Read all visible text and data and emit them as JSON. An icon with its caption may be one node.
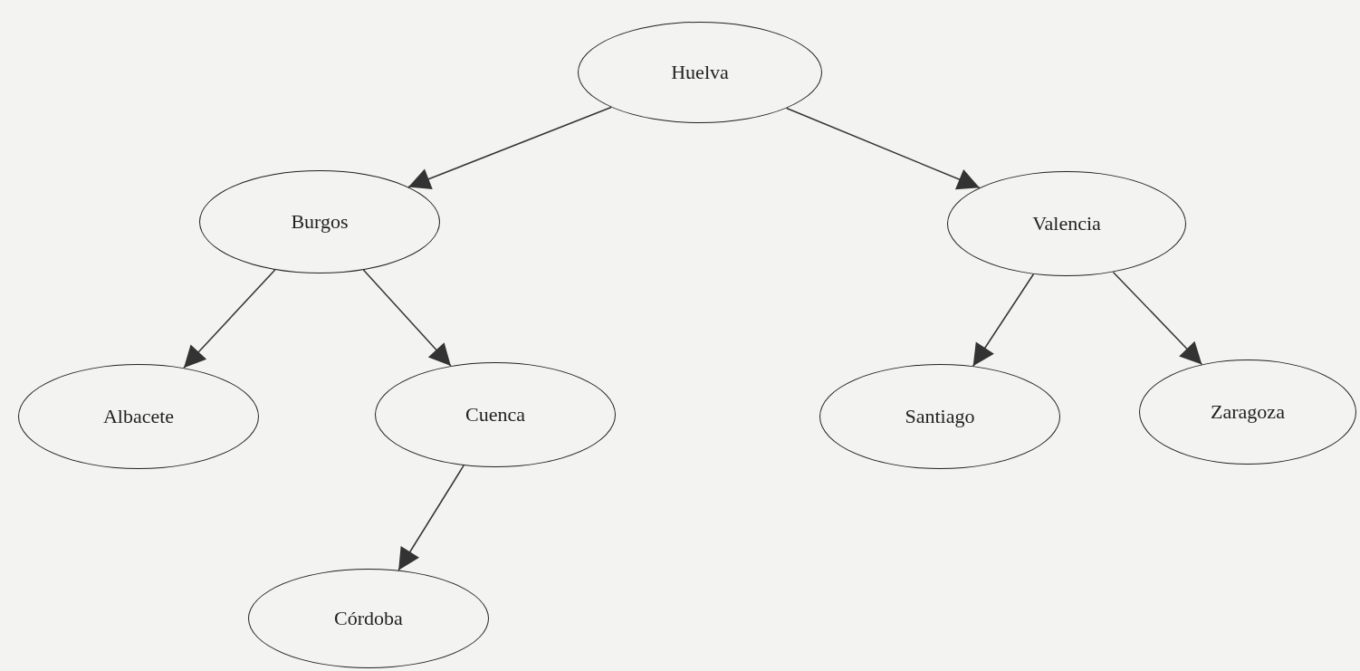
{
  "diagram": {
    "nodes": [
      {
        "text": [
          "Huelva"
        ]
      },
      {
        "text": [
          "Burgos"
        ]
      },
      {
        "text": [
          "Valencia"
        ]
      },
      {
        "text": [
          "Albacete"
        ]
      },
      {
        "text": [
          "Cuenca"
        ]
      },
      {
        "text": [
          "Santiago"
        ]
      },
      {
        "text": [
          "Zaragoza"
        ]
      },
      {
        "text": [
          "Córdoba"
        ]
      }
    ],
    "edges": [
      {
        "from": 0,
        "to": 1,
        "arrow": "to"
      },
      {
        "from": 0,
        "to": 2,
        "arrow": "to"
      },
      {
        "from": 1,
        "to": 3,
        "arrow": "to"
      },
      {
        "from": 1,
        "to": 4,
        "arrow": "to"
      },
      {
        "from": 2,
        "to": 5,
        "arrow": "to"
      },
      {
        "from": 2,
        "to": 6,
        "arrow": "to"
      },
      {
        "from": 4,
        "to": 7,
        "arrow": "to"
      }
    ]
  }
}
